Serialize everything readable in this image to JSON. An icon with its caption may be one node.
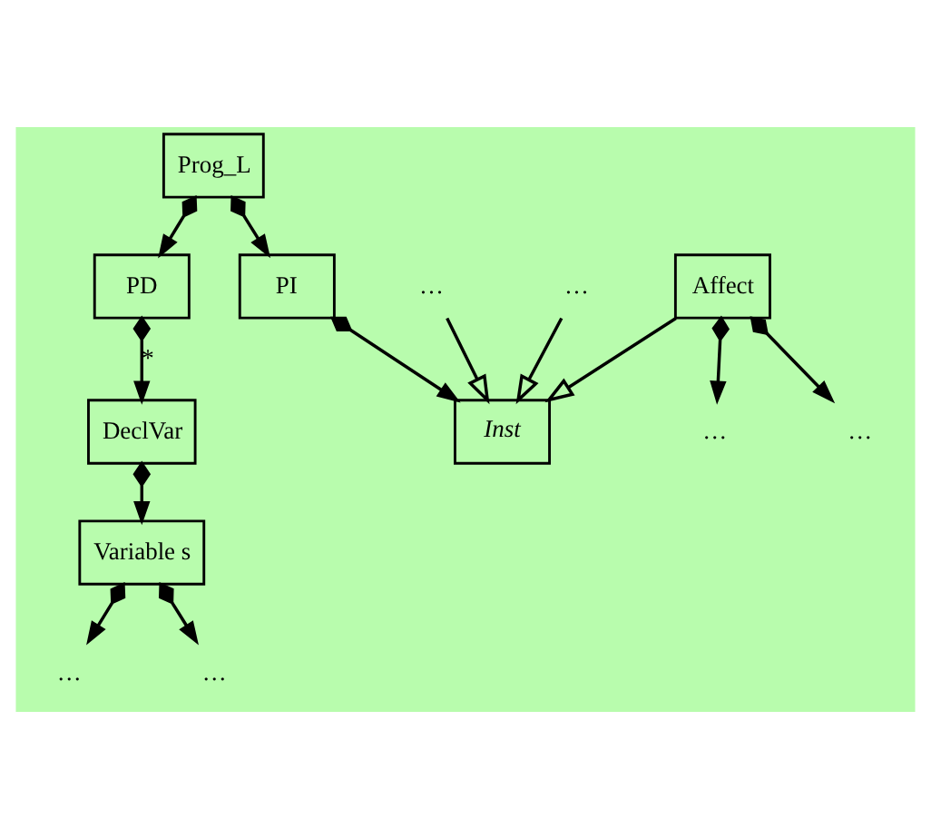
{
  "diagram": {
    "nodes": [
      {
        "text": [
          "Prog_L"
        ]
      },
      {
        "text": [
          "PD"
        ]
      },
      {
        "text": [
          "PI"
        ]
      },
      {
        "text": [
          "DeclVar"
        ]
      },
      {
        "text": [
          "Inst"
        ]
      },
      {
        "text": [
          "Variable s"
        ]
      },
      {
        "text": [
          "…"
        ]
      },
      {
        "text": [
          "Affect"
        ]
      },
      {
        "text": [
          "…"
        ]
      },
      {
        "text": [
          "…"
        ]
      },
      {
        "text": [
          "…"
        ]
      },
      {
        "text": [
          "…"
        ]
      },
      {
        "text": [
          "…"
        ]
      }
    ],
    "edges": [
      {
        "from": 0,
        "to": 1,
        "arrow": "to"
      },
      {
        "from": 0,
        "to": 2,
        "arrow": "to"
      },
      {
        "from": 1,
        "to": 3,
        "arrow": "to",
        "label": "*"
      },
      {
        "from": 2,
        "to": 4,
        "arrow": "to"
      },
      {
        "from": 3,
        "to": 5,
        "arrow": "to"
      },
      {
        "from": 6,
        "to": 4,
        "arrow": "to"
      },
      {
        "from": 7,
        "to": 4,
        "arrow": "to"
      },
      {
        "from": 8,
        "to": 4,
        "arrow": "to"
      },
      {
        "from": 5,
        "to": 9,
        "arrow": "to"
      },
      {
        "from": 5,
        "to": 10,
        "arrow": "to"
      },
      {
        "from": 7,
        "to": 11,
        "arrow": "to"
      },
      {
        "from": 7,
        "to": 12,
        "arrow": "to"
      }
    ]
  }
}
